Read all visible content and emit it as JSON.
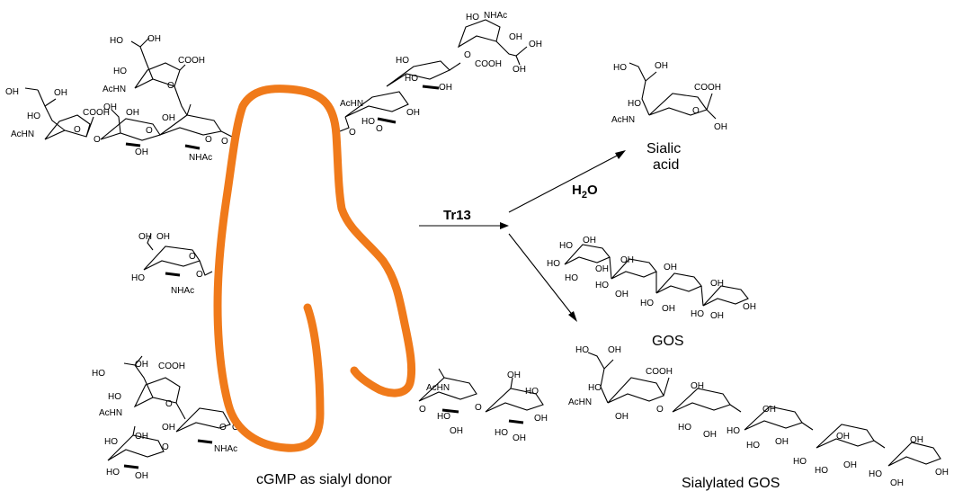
{
  "labels": {
    "donor": "cGMP as sialyl donor",
    "enzyme": "Tr13",
    "water_main": "H",
    "water_sub": "2",
    "water_end": "O",
    "sialic_line1": "Sialic",
    "sialic_line2": "acid",
    "gos": "GOS",
    "sialylated_gos": "Sialylated GOS"
  },
  "atoms": {
    "oh": "OH",
    "ho": "HO",
    "o": "O",
    "cooh": "COOH",
    "achn": "AcHN",
    "nhac": "NHAc"
  },
  "colors": {
    "annotation_loop": "#F07A1A",
    "ink": "#000000"
  }
}
